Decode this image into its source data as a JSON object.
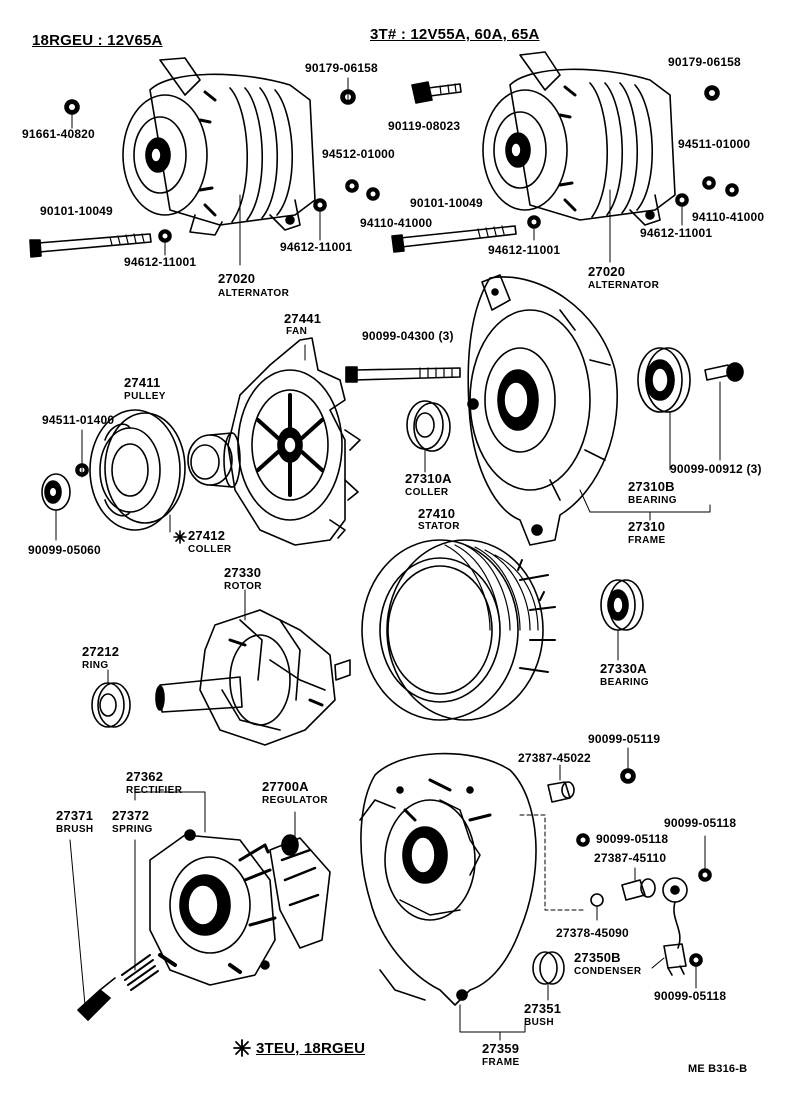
{
  "header": {
    "left_title": "18RGEU : 12V65A",
    "right_title": "3T# : 12V55A, 60A, 65A"
  },
  "parts": {
    "p91661": "91661-40820",
    "p90179_l": "90179-06158",
    "p90119": "90119-08023",
    "p90179_r": "90179-06158",
    "p94512": "94512-01000",
    "p94511_r": "94511-01000",
    "p94110_l": "94110-41000",
    "p94110_r": "94110-41000",
    "p90101_l": "90101-10049",
    "p90101_r": "90101-10049",
    "p94612_a": "94612-11001",
    "p94612_b": "94612-11001",
    "p94612_c": "94612-11001",
    "p94612_d": "94612-11001",
    "alt_l_num": "27020",
    "alt_l_name": "ALTERNATOR",
    "alt_r_num": "27020",
    "alt_r_name": "ALTERNATOR",
    "fan_num": "27441",
    "fan_name": "FAN",
    "bolt_num": "90099-04300 (3)",
    "pulley_num": "27411",
    "pulley_name": "PULLEY",
    "washer_num": "94511-01400",
    "nut_num": "90099-05060",
    "coller_a_num": "27412",
    "coller_a_name": "COLLER",
    "coller_b_num": "27310A",
    "coller_b_name": "COLLER",
    "bearing_b_num": "27310B",
    "bearing_b_name": "BEARING",
    "screw_num": "90099-00912 (3)",
    "frame_num": "27310",
    "frame_name": "FRAME",
    "stator_num": "27410",
    "stator_name": "STATOR",
    "rotor_num": "27330",
    "rotor_name": "ROTOR",
    "ring_num": "27212",
    "ring_name": "RING",
    "bearing_a_num": "27330A",
    "bearing_a_name": "BEARING",
    "rectifier_num": "27362",
    "rectifier_name": "RECTIFIER",
    "brush_num": "27371",
    "brush_name": "BRUSH",
    "spring_num": "27372",
    "spring_name": "SPRING",
    "regulator_num": "27700A",
    "regulator_name": "REGULATOR",
    "nut_05119": "90099-05119",
    "ins_45022": "27387-45022",
    "nut_05118_a": "90099-05118",
    "nut_05118_b": "90099-05118",
    "ins_45110": "27387-45110",
    "wash_45090": "27378-45090",
    "condenser_num": "27350B",
    "condenser_name": "CONDENSER",
    "nut_05118_c": "90099-05118",
    "bush_num": "27351",
    "bush_name": "BUSH",
    "frame2_num": "27359",
    "frame2_name": "FRAME"
  },
  "footer": {
    "note": "3TEU, 18RGEU",
    "ref": "ME B316-B"
  }
}
